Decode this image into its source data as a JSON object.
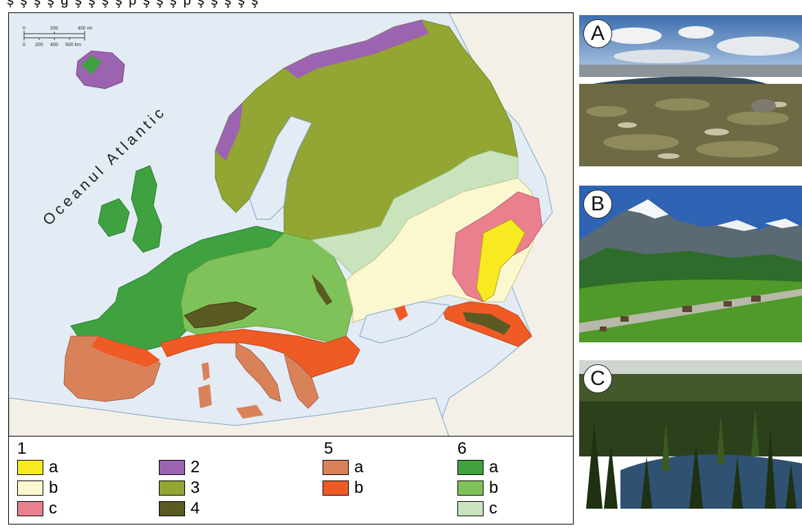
{
  "map": {
    "ocean_label": "Oceanul Atlantic",
    "scale_bar": {
      "miles_ticks": [
        "0",
        "200",
        "400 mi"
      ],
      "km_ticks": [
        "0",
        "200",
        "400",
        "600 km"
      ]
    }
  },
  "legend": {
    "groups": [
      {
        "number": "1",
        "items": [
          {
            "letter": "a",
            "color": "#f7ea20"
          },
          {
            "letter": "b",
            "color": "#fbf7cf"
          },
          {
            "letter": "c",
            "color": "#ea7f8e"
          }
        ]
      },
      {
        "number": "",
        "items": [
          {
            "letter": "2",
            "color": "#9c63b1"
          },
          {
            "letter": "3",
            "color": "#93a532"
          },
          {
            "letter": "4",
            "color": "#5b5a22"
          }
        ]
      },
      {
        "number": "5",
        "items": [
          {
            "letter": "a",
            "color": "#d9825a"
          },
          {
            "letter": "b",
            "color": "#f05a24"
          }
        ]
      },
      {
        "number": "6",
        "items": [
          {
            "letter": "a",
            "color": "#3fa140"
          },
          {
            "letter": "b",
            "color": "#80c25a"
          },
          {
            "letter": "c",
            "color": "#c9e4bd"
          }
        ]
      }
    ]
  },
  "photos": [
    {
      "label": "A",
      "icon": "tundra-lake-photo"
    },
    {
      "label": "B",
      "icon": "alpine-valley-photo"
    },
    {
      "label": "C",
      "icon": "taiga-forest-photo"
    }
  ]
}
